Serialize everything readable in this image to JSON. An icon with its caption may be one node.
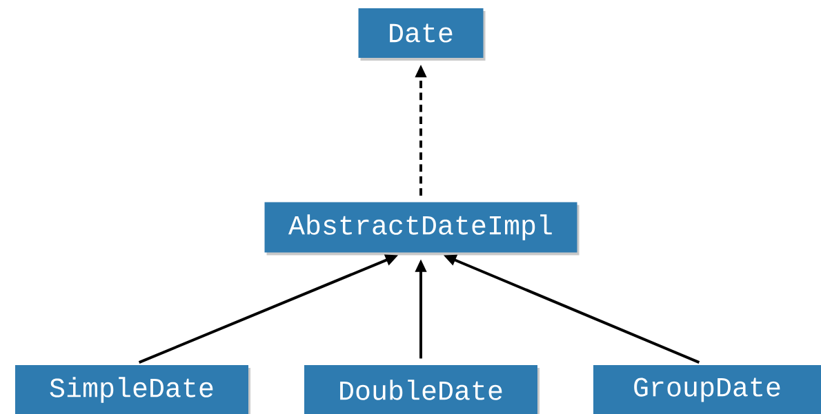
{
  "diagram": {
    "nodes": [
      {
        "text": [
          "Date"
        ]
      },
      {
        "text": [
          "AbstractDateImpl"
        ]
      },
      {
        "text": [
          "SimpleDate"
        ]
      },
      {
        "text": [
          "DoubleDate"
        ]
      },
      {
        "text": [
          "GroupDate"
        ]
      }
    ],
    "edges": [
      {
        "from": 1,
        "to": 0,
        "arrow": "to",
        "style": "dashed"
      },
      {
        "from": 2,
        "to": 1,
        "arrow": "to"
      },
      {
        "from": 3,
        "to": 1,
        "arrow": "to"
      },
      {
        "from": 4,
        "to": 1,
        "arrow": "to"
      }
    ]
  }
}
